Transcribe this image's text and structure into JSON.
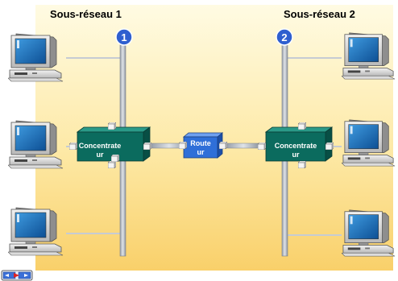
{
  "subnets": [
    {
      "title": "Sous-réseau 1",
      "badge": "1",
      "device": {
        "line1": "Concentrate",
        "line2": "ur"
      }
    },
    {
      "title": "Sous-réseau 2",
      "badge": "2",
      "device": {
        "line1": "Concentrate",
        "line2": "ur"
      }
    }
  ],
  "router": {
    "line1": "Route",
    "line2": "ur"
  },
  "colors": {
    "background_top": "#fffbe3",
    "background_bottom": "#f9d06a",
    "hub": "#0b6b5e",
    "router": "#2f6fd8",
    "badge": "#2f5fcf",
    "cable": "#c6cbd3",
    "screen": "#1570b8"
  },
  "icons": {
    "computer": "desktop-computer-icon",
    "nav": "slideshow-navigation-icon"
  }
}
